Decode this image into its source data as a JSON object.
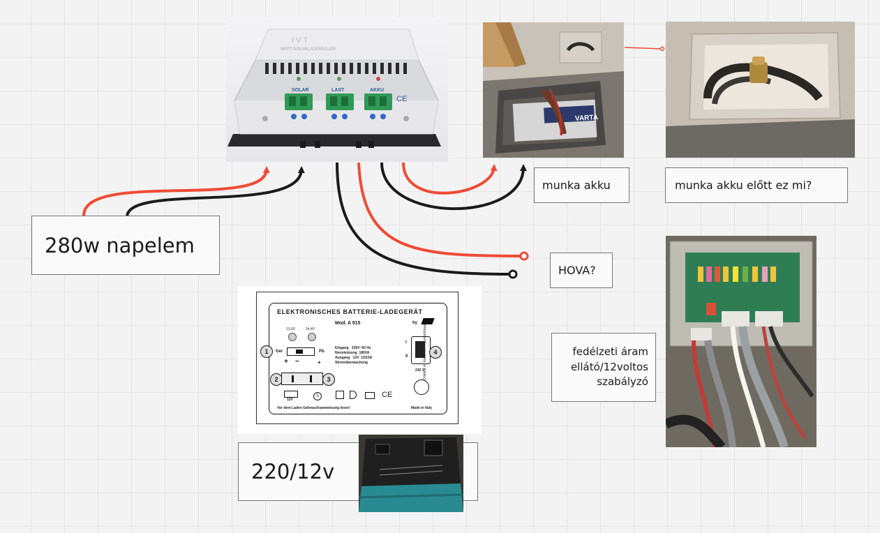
{
  "labels": {
    "solar_panel": "280w napelem",
    "work_battery": "munka akku",
    "before_battery_question": "munka akku előtt ez mi?",
    "where_question": "HOVA?",
    "onboard_regulator": "fedélzeti áram ellátó/12voltos szabályzó",
    "charger_voltage": "220/12v"
  },
  "controller": {
    "brand": "IVT",
    "subtitle": "MPPT-SOLARLADEREGLER",
    "ports": [
      "SOLAR",
      "LAST",
      "AKKU"
    ],
    "ce": "CE"
  },
  "battery_photo": {
    "brand": "VARTA"
  },
  "charger_plate": {
    "title": "ELEKTRONISCHES BATTERIE-LADEGERÄT",
    "model": "Mod. A 915",
    "by": "by",
    "v1": "13,6V",
    "v2": "14,4V",
    "gel": "Gel",
    "pb": "Pb",
    "spec1": "Eingang   230V~50 Hz",
    "spec2": "Nennleistung  180VA",
    "spec3": "Ausgang   12V  13/15A",
    "spec4": "Stromüberwachung",
    "n1": "1",
    "n2": "2",
    "n3": "3",
    "n4": "4",
    "n5": "5",
    "switch_on": "I",
    "switch_off": "0",
    "v230": "230 V",
    "v12": "12V",
    "ce": "CE",
    "side": "Ortsfest im trockenen Raum einbauen",
    "footer_left": "Vor dem Laden Gebrauchsanweisung lesen!",
    "footer_right": "Made in Italy",
    "plus": "+",
    "minus": "−"
  },
  "colors": {
    "red_wire": "#ef4b35",
    "black_wire": "#1b1b1b",
    "grid": "#e4e4e4"
  }
}
